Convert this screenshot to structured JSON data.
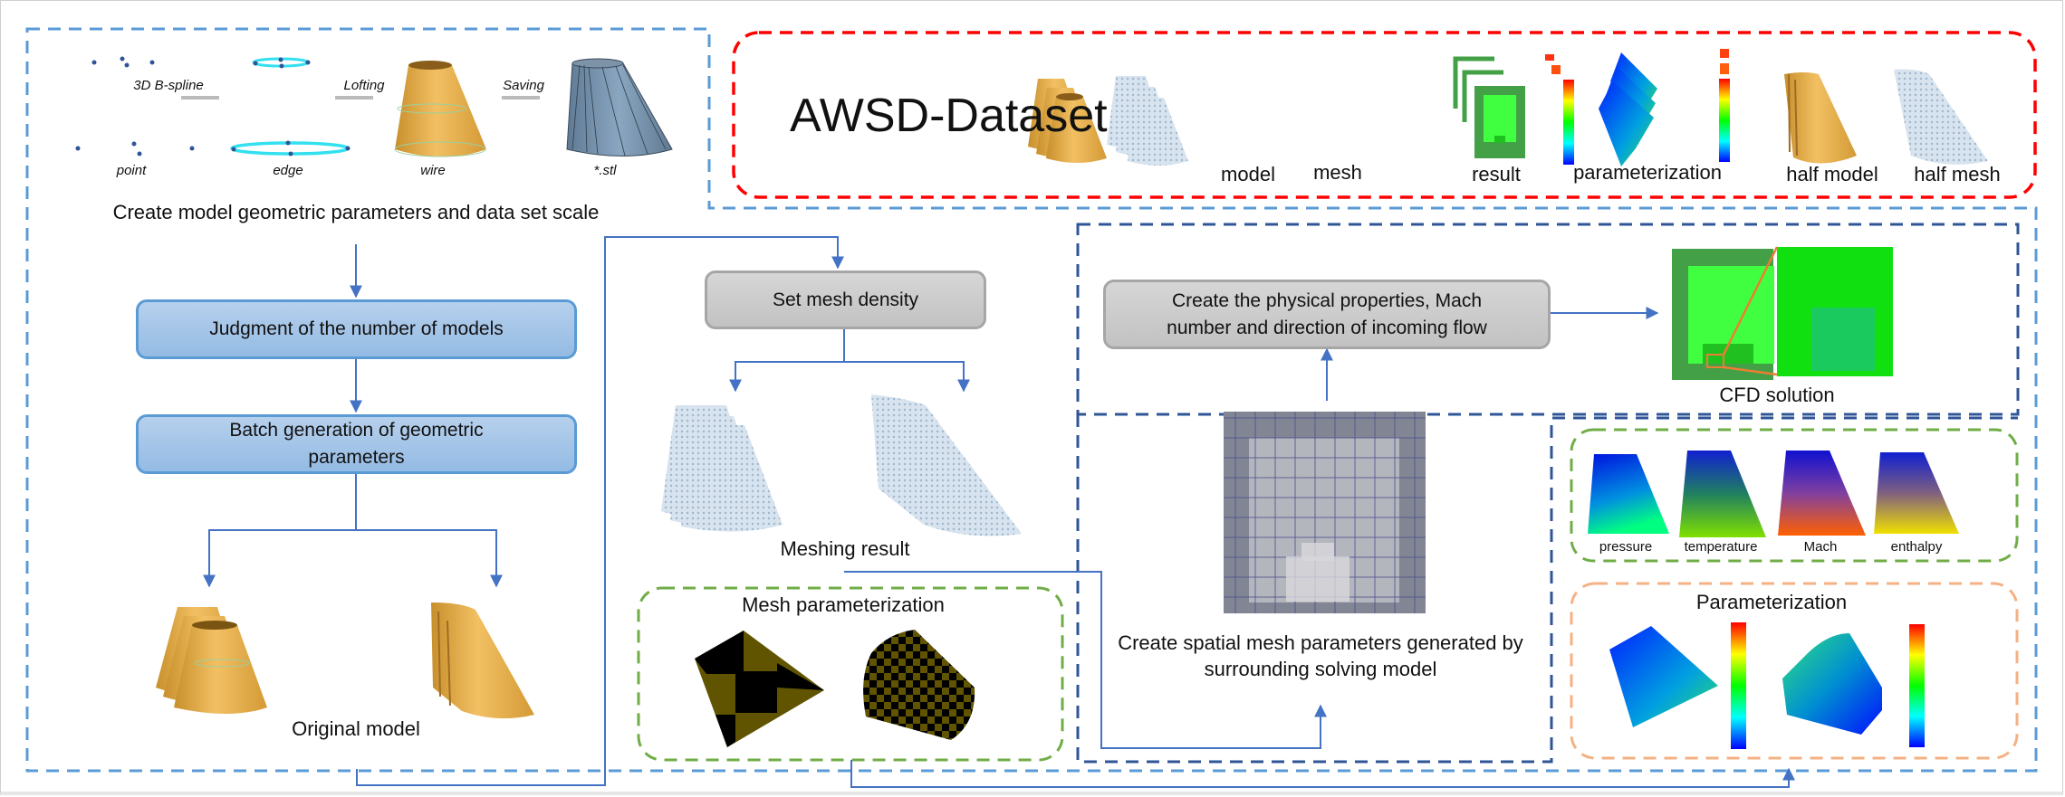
{
  "top_pipeline": {
    "steps": [
      "point",
      "edge",
      "wire",
      "*.stl"
    ],
    "arrows": [
      "3D B-spline",
      "Lofting",
      "Saving"
    ],
    "caption": "Create model geometric parameters and data set scale"
  },
  "dataset": {
    "title": "AWSD-Dataset",
    "items": [
      "model",
      "mesh",
      "result",
      "parameterization",
      "half model",
      "half mesh"
    ]
  },
  "left_flow": {
    "judgment": "Judgment of the number of models",
    "batch_line1": "Batch generation of geometric",
    "batch_line2": "parameters",
    "original_caption": "Original model"
  },
  "mesh_flow": {
    "set_density": "Set mesh density",
    "meshing_caption": "Meshing result",
    "param_title": "Mesh parameterization"
  },
  "cfd_flow": {
    "physical_line1": "Create the physical properties, Mach",
    "physical_line2": "number and direction of incoming flow",
    "cfd_caption": "CFD solution",
    "spatial_line1": "Create spatial mesh parameters generated by",
    "spatial_line2": "surrounding solving model"
  },
  "fields": {
    "labels": [
      "pressure",
      "temperature",
      "Mach",
      "enthalpy"
    ],
    "param_title": "Parameterization"
  },
  "colors": {
    "outer_frame": "#5b9bd5",
    "dataset_frame": "#ff0000",
    "cfd_frame": "#2f5597",
    "fields_frame": "#70ad47",
    "param_frame": "#f4b183",
    "arrow": "#4472c4",
    "model_gold": "#e8b04a",
    "checker_olive": "#615400"
  }
}
